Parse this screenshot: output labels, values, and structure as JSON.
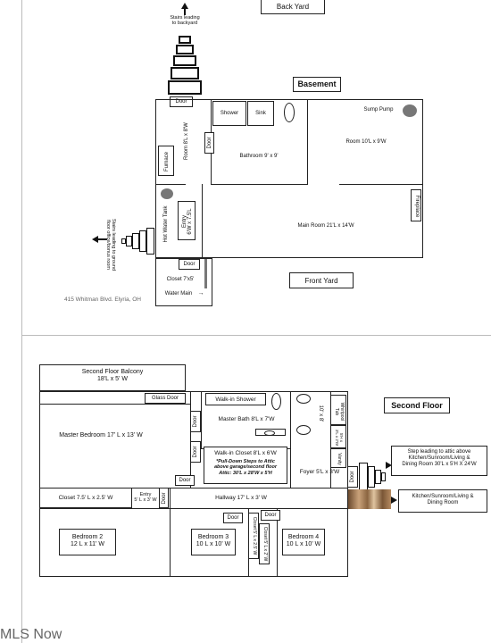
{
  "basement": {
    "title": "Basement",
    "back_yard": "Back Yard",
    "front_yard": "Front Yard",
    "stairs_backyard": "Stairs leading\nto backyard",
    "stairs_front": "Stairs leading to ground\nfloor office/bonus room",
    "address": "415 Whitman Blvd. Elyria, OH",
    "door": "Door",
    "shower": "Shower",
    "sink": "Sink",
    "sump_pump": "Sump Pump",
    "room_8x8": "Room 8'L x 8'W",
    "furnace": "Furnace",
    "bathroom": "Bathroom 9' x 9'",
    "room_10x9": "Room 10'L x 9'W",
    "fireplace": "Fireplace",
    "hot_water_tank": "Hot Water Tank",
    "entry": "Entry\n6'W x 7.5'L",
    "main_room": "Main Room 21'L x 14'W",
    "closet": "Closet 7'x5'",
    "water_main": "Water Main"
  },
  "second_floor": {
    "title": "Second Floor",
    "balcony": "Second Floor Balcony\n18'L x 5' W",
    "glass_door": "Glass Door",
    "walkin_shower": "Walk-in Shower",
    "whirlpool_tub": "Whirlpool\nTub",
    "master_bath": "Master Bath 8'L x 7'W",
    "dim_10x8": "10' x 8'",
    "master_bedroom": "Master Bedroom 17' L x 13' W",
    "walkin_closet": "Walk-in Closet 8'L x 6'W",
    "attic_note": "*Pull-Down Steps to Attic\nabove garage/second floor\nAttic: 30'L x 28'W x 5'H",
    "vanity": "Vanity",
    "foyer": "Foyer 5'L x 3'W",
    "closet_small": "5'H x\n3'L x 2'W",
    "step_attic": "Step leading to attic above\nKitchen/Sunroom/Living &\nDining Room 30'L x 5'H X 24'W",
    "kitchen": "Kitchen/Sunroom/Living &\nDining Room",
    "closet_75": "Closet 7.5' L x 2.5' W",
    "entry_small": "Entry\n5' L x 3' W",
    "hallway": "Hallway 17' L x 3' W",
    "closet_v1": "Closet 5' L x 2.5' W",
    "closet_v2": "Closet 5' L x 2' W",
    "bedroom2": "Bedroom 2\n12 L x 11' W",
    "bedroom3": "Bedroom 3\n10 L x 10' W",
    "bedroom4": "Bedroom 4\n10 L x 10' W",
    "door": "Door"
  },
  "watermark": "MLS Now"
}
